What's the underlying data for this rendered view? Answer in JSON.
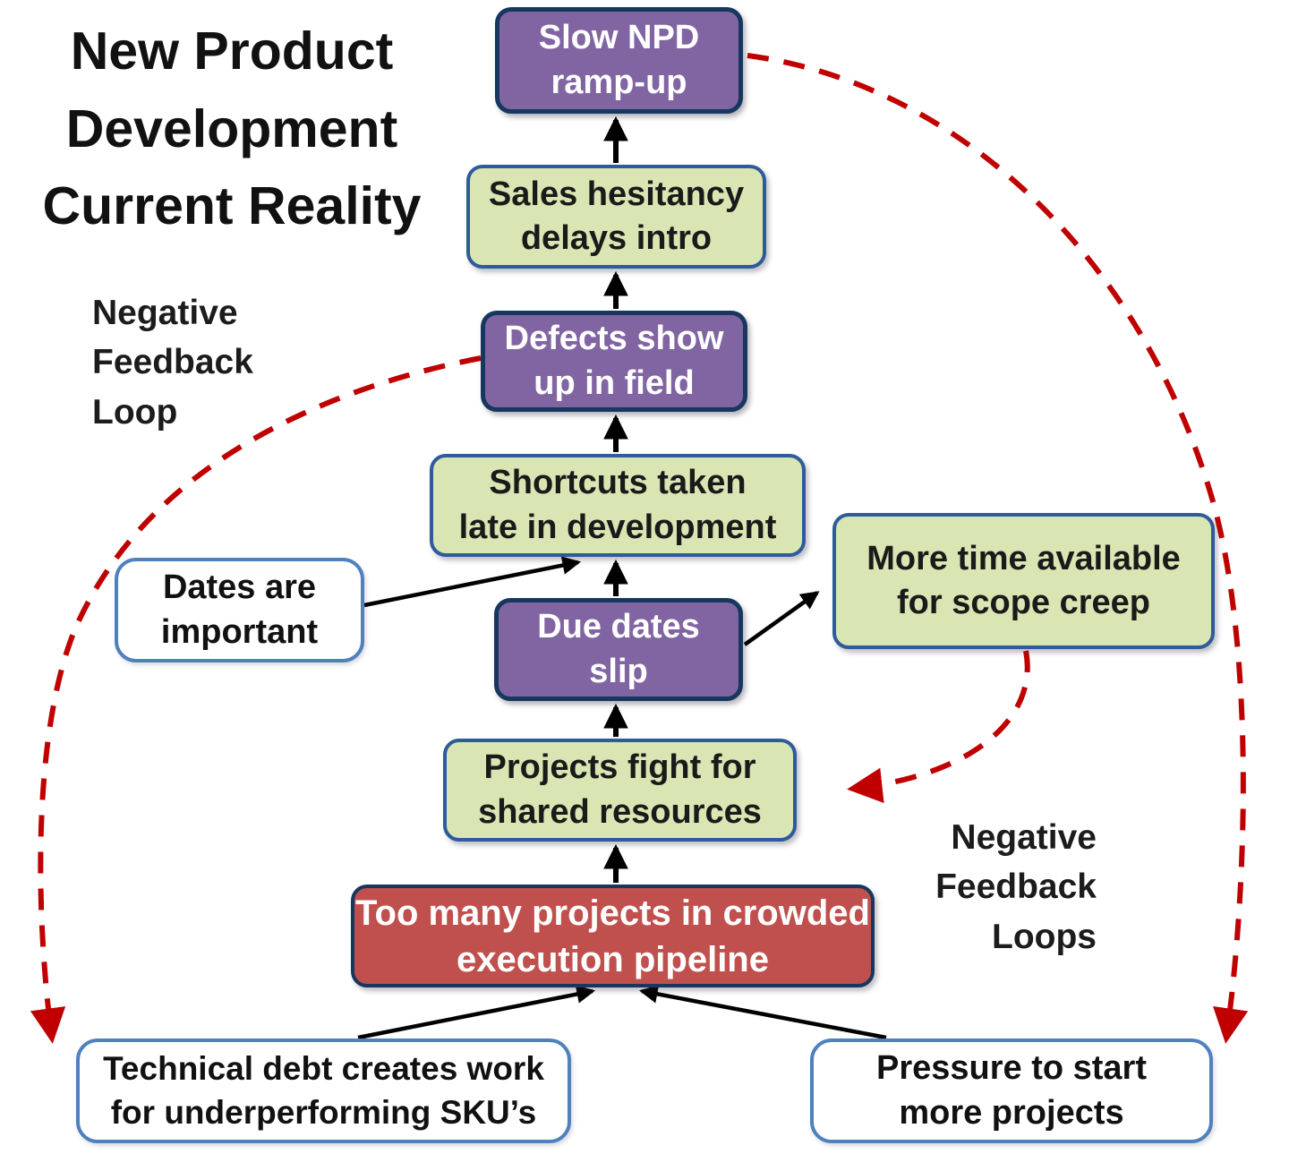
{
  "title": "New Product\nDevelopment\nCurrent Reality",
  "labels": {
    "left_loop": "Negative\nFeedback\nLoop",
    "right_loops": "Negative\nFeedback\nLoops"
  },
  "nodes": {
    "slow_npd": "Slow NPD\nramp-up",
    "sales_hesitancy": "Sales hesitancy\ndelays intro",
    "defects_field": "Defects show\nup in field",
    "shortcuts": "Shortcuts taken\nlate in development",
    "dates_important": "Dates are\nimportant",
    "due_dates_slip": "Due dates\nslip",
    "more_time_scope_creep": "More time available\nfor scope creep",
    "projects_fight": "Projects fight for\nshared resources",
    "too_many_projects": "Too many projects in crowded\nexecution pipeline",
    "technical_debt": "Technical debt creates work\nfor underperforming SKU’s",
    "pressure_start": "Pressure to start\nmore projects"
  },
  "edges": {
    "solid_black_up_chain": [
      "too_many_projects -> projects_fight",
      "projects_fight -> due_dates_slip",
      "due_dates_slip -> shortcuts",
      "shortcuts -> defects_field",
      "defects_field -> sales_hesitancy",
      "sales_hesitancy -> slow_npd"
    ],
    "solid_black_other": [
      "dates_important -> shortcuts",
      "due_dates_slip -> more_time_scope_creep",
      "technical_debt -> too_many_projects",
      "pressure_start -> too_many_projects"
    ],
    "dashed_red_feedback": [
      "slow_npd -> pressure_start",
      "defects_field -> technical_debt",
      "more_time_scope_creep -> projects_fight"
    ]
  },
  "colors": {
    "node_purple": "#8165A3",
    "node_green": "#D9E5B2",
    "node_red": "#C0504D",
    "node_white": "#FFFFFF",
    "border_dark_navy": "#17375E",
    "border_blue": "#4F81BD",
    "feedback_loop_red": "#C00000",
    "arrow_black": "#000000"
  }
}
